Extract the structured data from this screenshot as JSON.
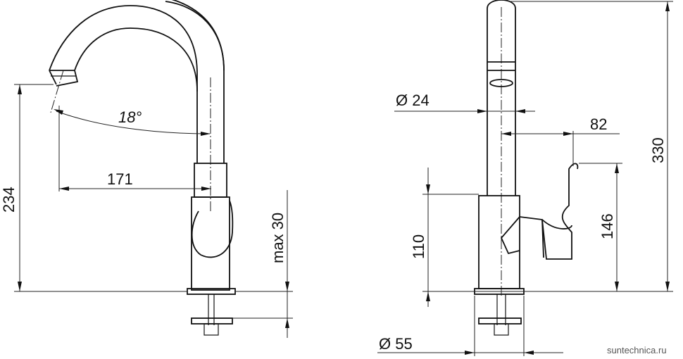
{
  "dimensions": {
    "side_view": {
      "angle": "18°",
      "reach": "171",
      "height": "234",
      "max_thickness": "max 30"
    },
    "front_view": {
      "spout_diameter": "Ø 24",
      "handle_offset": "82",
      "total_height": "330",
      "handle_height": "146",
      "body_height": "110",
      "base_diameter": "Ø 55"
    }
  },
  "watermark": "suntechnica.ru"
}
